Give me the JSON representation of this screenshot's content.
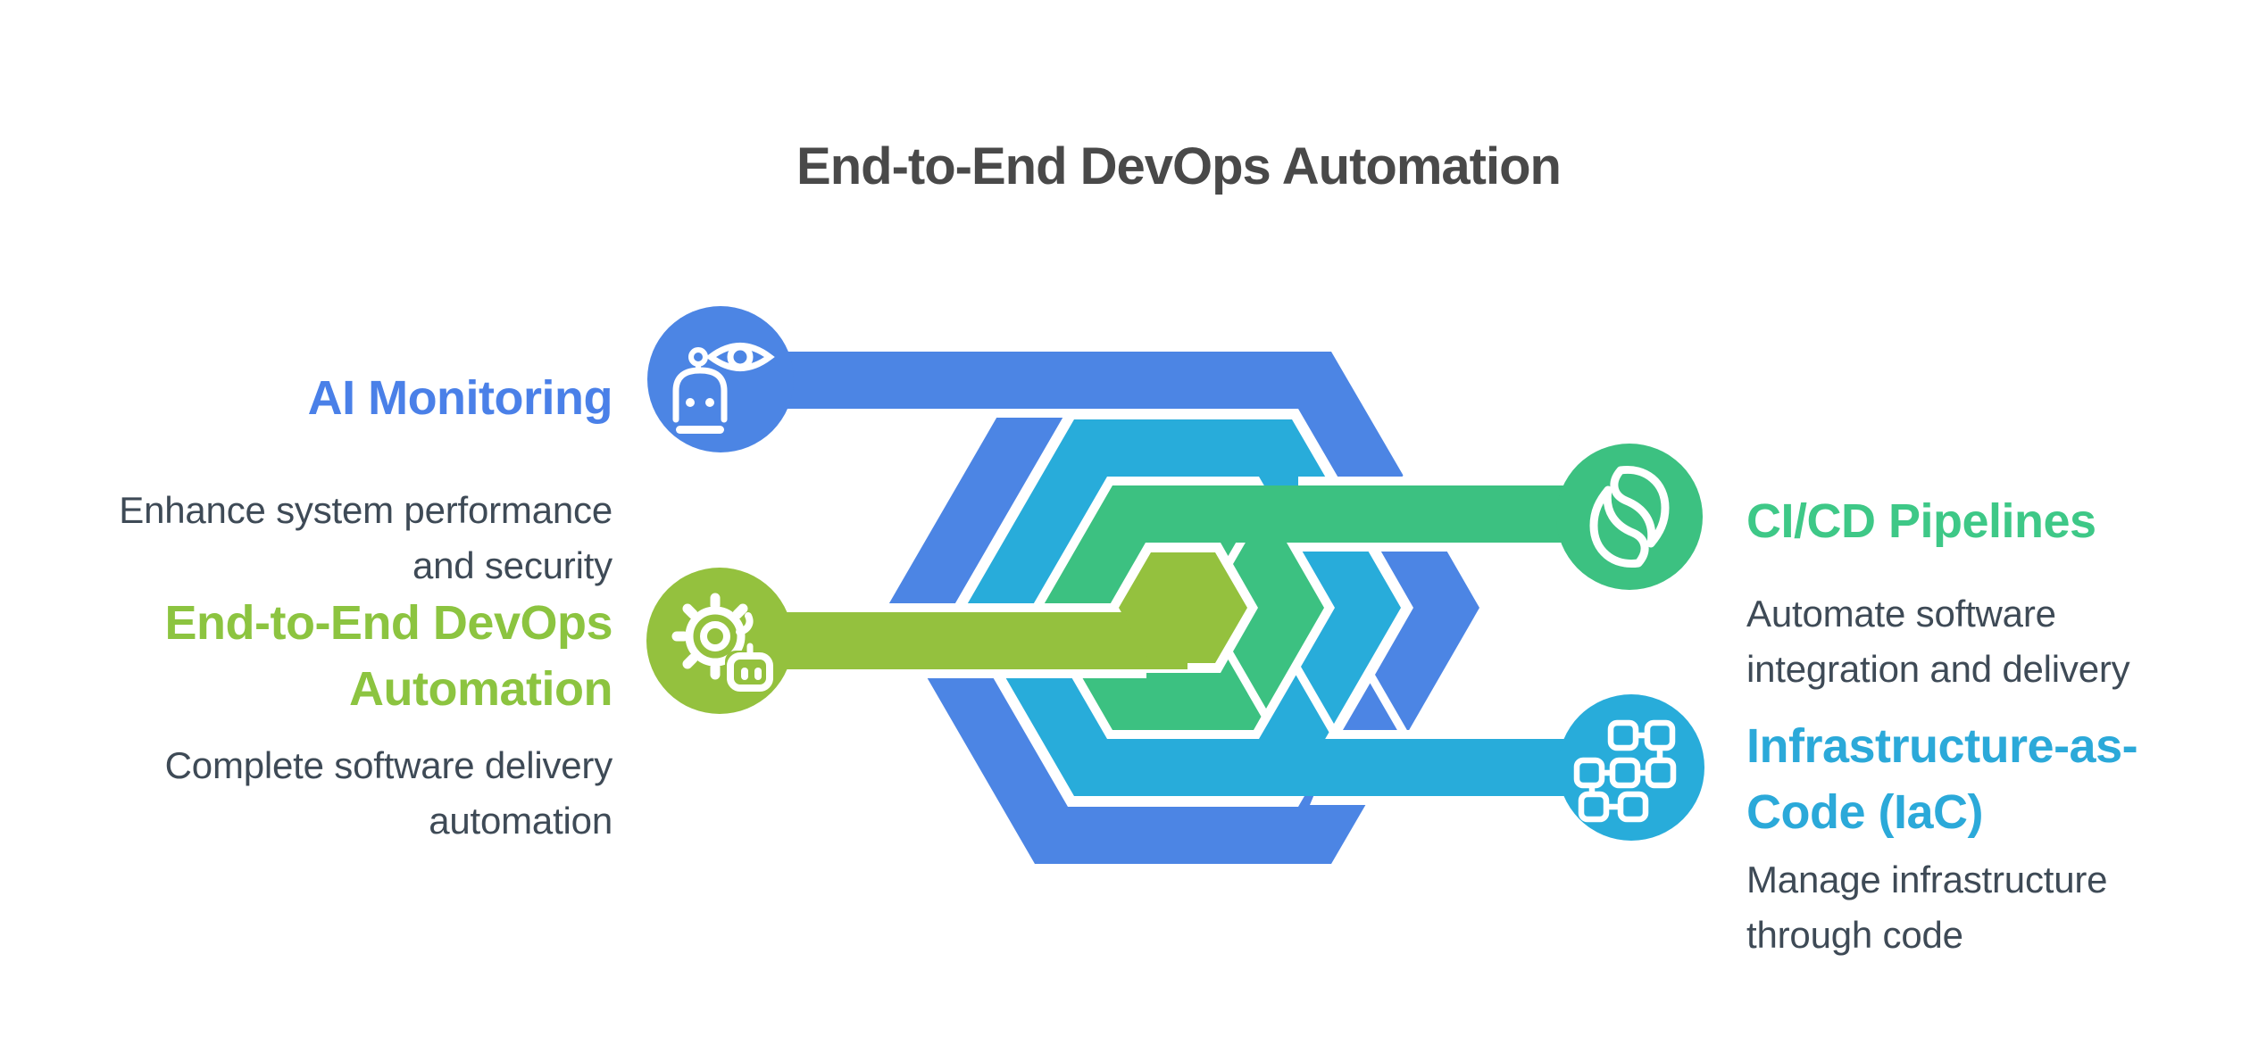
{
  "title": "End-to-End DevOps Automation",
  "colors": {
    "background": "#FFFFFF",
    "title_text": "#494949",
    "desc_text": "#3E4A56",
    "blue": "#4C85E4",
    "cyan": "#28ACDA",
    "green": "#3CC181",
    "lime": "#94C13E",
    "blue_label": "#4A80E8",
    "lime_label": "#8CC440",
    "green_label": "#3EC887",
    "cyan_label": "#2BA9D9",
    "icon_stroke": "#FFFFFF"
  },
  "nodes": [
    {
      "id": "ai-monitoring",
      "label": "AI Monitoring",
      "desc_line1": "Enhance system performance",
      "desc_line2": "and security",
      "icon": "robot-eye-icon",
      "side": "left"
    },
    {
      "id": "devops-automation",
      "label_line1": "End-to-End DevOps",
      "label_line2": "Automation",
      "desc_line1": "Complete software delivery",
      "desc_line2": "automation",
      "icon": "gear-bot-icon",
      "side": "left"
    },
    {
      "id": "cicd-pipelines",
      "label": "CI/CD Pipelines",
      "desc_line1": "Automate software",
      "desc_line2": "integration and delivery",
      "icon": "s-loop-icon",
      "side": "right"
    },
    {
      "id": "infrastructure-as-code",
      "label_line1": "Infrastructure-as-",
      "label_line2": "Code (IaC)",
      "desc_line1": "Manage infrastructure",
      "desc_line2": "through code",
      "icon": "network-squares-icon",
      "side": "right"
    }
  ]
}
